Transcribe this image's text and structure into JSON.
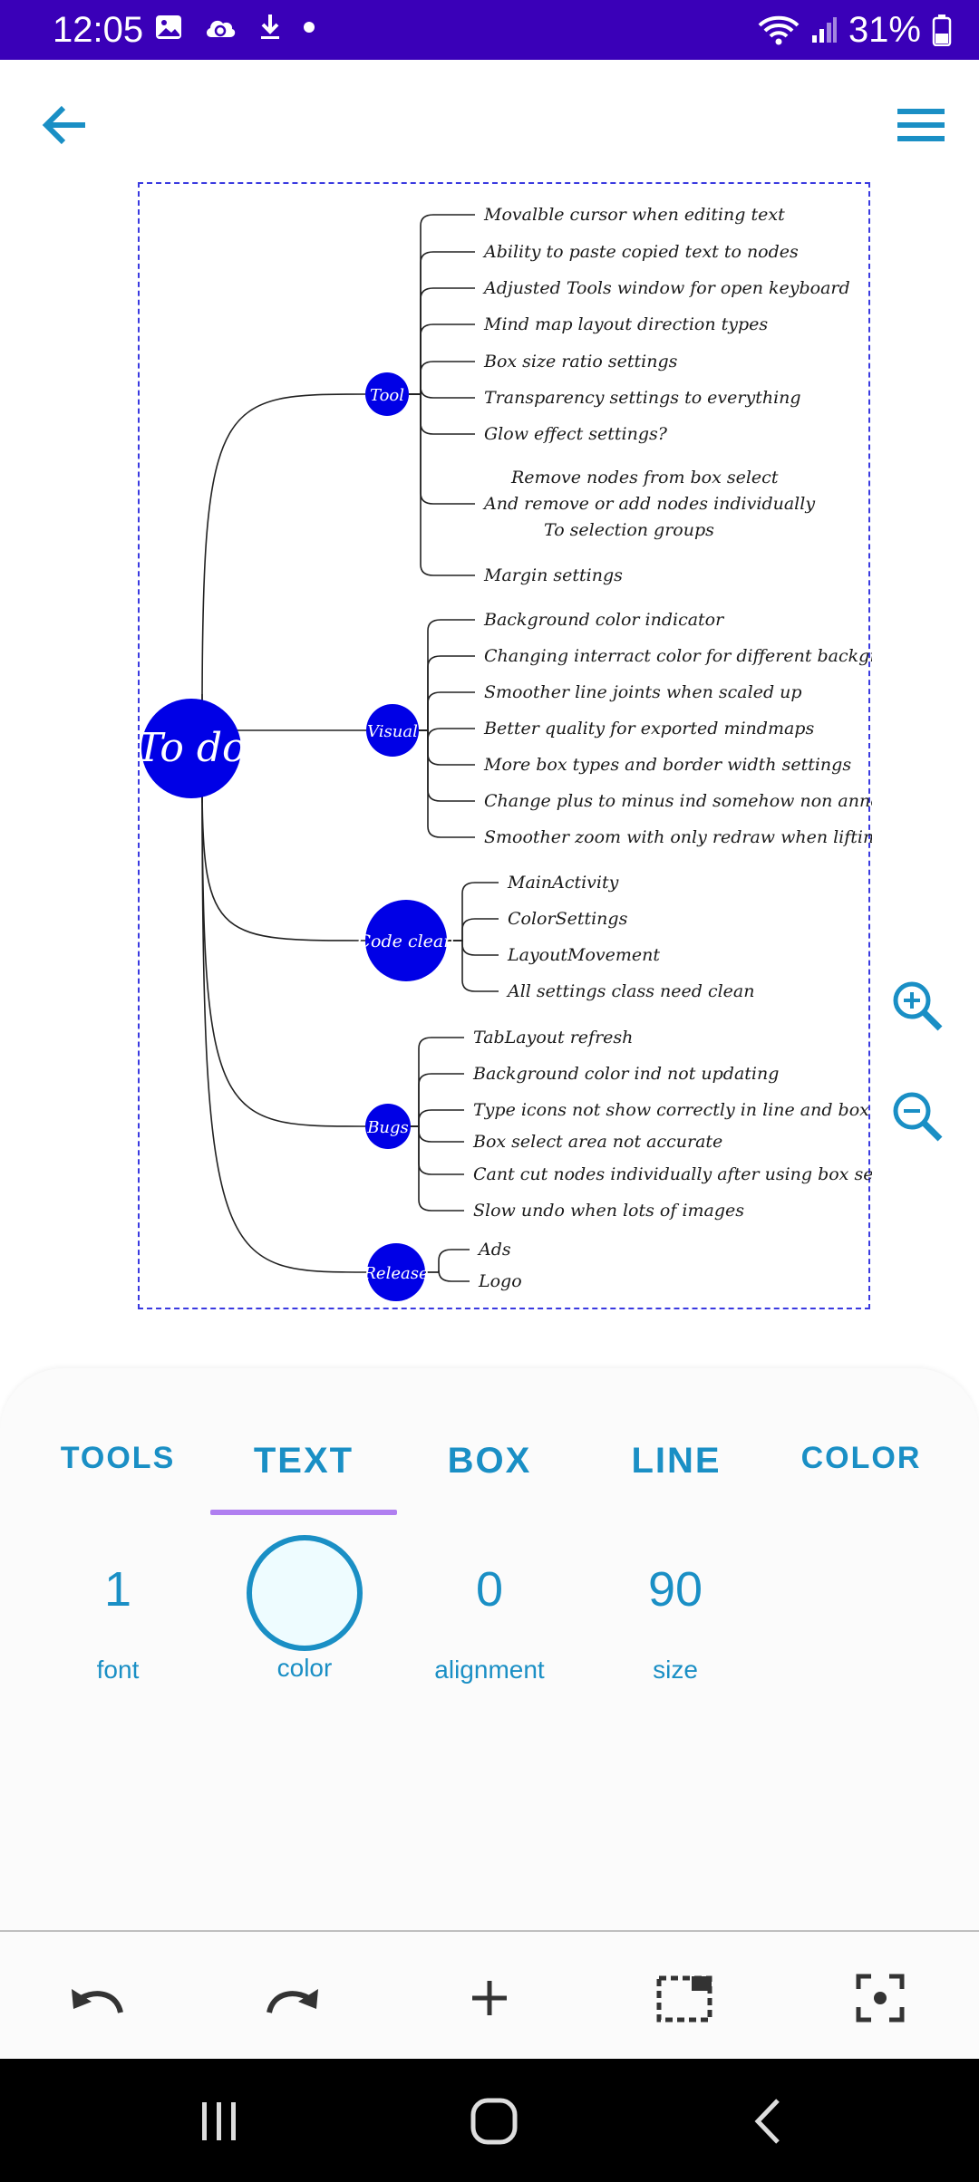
{
  "status_bar": {
    "time": "12:05",
    "battery": "31%",
    "left_icons": [
      "image-icon",
      "cloud-sync-icon",
      "download-icon",
      "dot-icon"
    ],
    "right_icons": [
      "wifi-icon",
      "signal-icon",
      "battery-icon"
    ]
  },
  "app_bar": {
    "back_icon": "arrow-back-icon",
    "menu_icon": "hamburger-menu-icon"
  },
  "mindmap": {
    "root": "To do",
    "branches": [
      {
        "label": "Tool",
        "items": [
          "Movalble cursor when editing text",
          "Ability to paste copied text to nodes",
          "Adjusted Tools window for open keyboard",
          "Mind map layout direction types",
          "Box size ratio settings",
          "Transparency settings to everything",
          "Glow effect settings?",
          "Remove nodes from box select",
          "And remove or add nodes individually",
          "To selection groups",
          "Margin settings"
        ]
      },
      {
        "label": "Visual",
        "items": [
          "Background color indicator",
          "Changing interract color for different background color",
          "Smoother line joints when scaled up",
          "Better quality for exported  mindmaps",
          "More box types and border width settings",
          "Change plus to minus ind somehow non annoyingly",
          "Smoother zoom with only redraw when lifting fingers"
        ]
      },
      {
        "label": "Code clean",
        "items": [
          "MainActivity",
          "ColorSettings",
          "LayoutMovement",
          "All settings class need clean"
        ]
      },
      {
        "label": "Bugs",
        "items": [
          "TabLayout refresh",
          "Background color ind not updating",
          "Type icons not show correctly in line and box type settings",
          "Box select area not accurate",
          "Cant cut nodes individually after using box select",
          "Slow undo when lots of images"
        ]
      },
      {
        "label": "Release",
        "items": [
          "Ads",
          "Logo"
        ]
      }
    ]
  },
  "zoom": {
    "in_icon": "zoom-in-icon",
    "out_icon": "zoom-out-icon"
  },
  "tabs": [
    {
      "label": "TOOLS",
      "selected": false
    },
    {
      "label": "TEXT",
      "selected": true
    },
    {
      "label": "BOX",
      "selected": false
    },
    {
      "label": "LINE",
      "selected": false
    },
    {
      "label": "COLOR",
      "selected": false
    }
  ],
  "text_params": {
    "font": {
      "value": "1",
      "label": "font"
    },
    "color": {
      "value": "#eefcff",
      "label": "color"
    },
    "alignment": {
      "value": "0",
      "label": "alignment"
    },
    "size": {
      "value": "90",
      "label": "size"
    }
  },
  "toolbar": [
    "undo-icon",
    "redo-icon",
    "add-icon",
    "box-select-icon",
    "focus-center-icon"
  ],
  "nav_bar": [
    "recents-icon",
    "home-icon",
    "back-icon"
  ],
  "colors": {
    "accent": "#1a8fc5",
    "status_bar": "#3a00b8",
    "node_fill": "#0000e6",
    "tab_indicator": "#b07ff0"
  }
}
